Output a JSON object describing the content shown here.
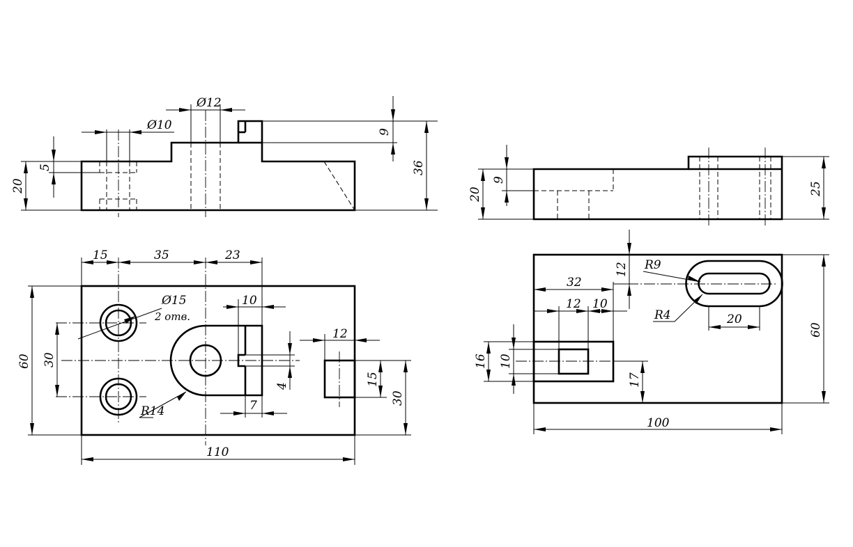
{
  "dims": {
    "front_d12": "Ø12",
    "front_d10": "Ø10",
    "front_9": "9",
    "front_36": "36",
    "front_5": "5",
    "front_20": "20",
    "top_15": "15",
    "top_35": "35",
    "top_23": "23",
    "top_d15": "Ø15",
    "top_holes_note": "2 отв.",
    "top_10": "10",
    "top_12": "12",
    "top_60": "60",
    "top_30": "30",
    "top_4": "4",
    "top_15b": "15",
    "top_30b": "30",
    "top_r14": "R14",
    "top_7": "7",
    "top_110": "110",
    "side_20": "20",
    "side_9": "9",
    "side_25": "25",
    "bot_12": "12",
    "bot_r9": "R9",
    "bot_32": "32",
    "bot_12b": "12",
    "bot_10": "10",
    "bot_r4": "R4",
    "bot_20": "20",
    "bot_60": "60",
    "bot_16": "16",
    "bot_10b": "10",
    "bot_17": "17",
    "bot_100": "100"
  }
}
